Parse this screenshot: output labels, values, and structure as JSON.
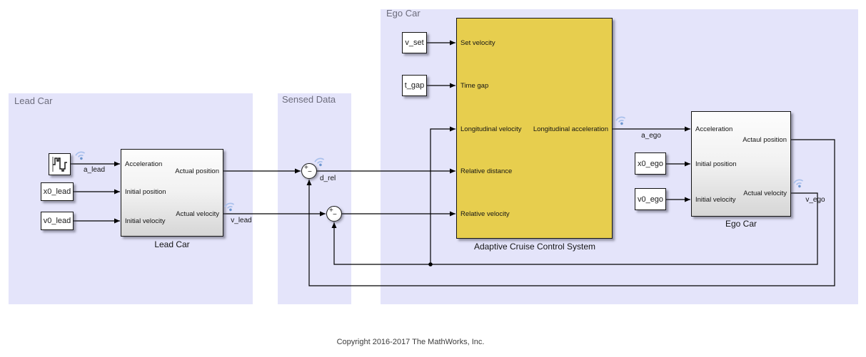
{
  "areas": {
    "lead_car": {
      "title": "Lead Car"
    },
    "sensed_data": {
      "title": "Sensed Data"
    },
    "ego_car": {
      "title": "Ego Car"
    }
  },
  "blocks": {
    "acceleration_source": {
      "icon": "waveform-icon"
    },
    "x0_lead": {
      "value": "x0_lead"
    },
    "v0_lead": {
      "value": "v0_lead"
    },
    "lead_car": {
      "name": "Lead Car",
      "in_ports": [
        "Acceleration",
        "Initial position",
        "Initial velocity"
      ],
      "out_ports": [
        "Actual position",
        "Actual velocity"
      ]
    },
    "sum_distance": {
      "plus": "+",
      "minus": "−"
    },
    "sum_velocity": {
      "plus": "+",
      "minus": "−"
    },
    "v_set": {
      "value": "v_set"
    },
    "t_gap": {
      "value": "t_gap"
    },
    "acc_system": {
      "name": "Adaptive Cruise Control System",
      "in_ports": [
        "Set velocity",
        "Time gap",
        "Longitudinal velocity",
        "Relative distance",
        "Relative velocity"
      ],
      "out_ports": [
        "Longitudinal acceleration"
      ]
    },
    "x0_ego": {
      "value": "x0_ego"
    },
    "v0_ego": {
      "value": "v0_ego"
    },
    "ego_car": {
      "name": "Ego Car",
      "in_ports": [
        "Acceleration",
        "Initial position",
        "Initial velocity"
      ],
      "out_ports": [
        "Actaul position",
        "Actual velocity"
      ]
    }
  },
  "signal_labels": {
    "a_lead": "a_lead",
    "v_lead": "v_lead",
    "d_rel": "d_rel",
    "a_ego": "a_ego",
    "v_ego": "v_ego"
  },
  "footer": {
    "copyright": "Copyright 2016-2017 The MathWorks, Inc."
  },
  "colors": {
    "area_bg": "#e4e4fa",
    "acc_block_yellow": "#e7ce4e",
    "badge_arc": "#a9c0ec",
    "badge_dot": "#6d96cf",
    "wire": "#000000"
  }
}
